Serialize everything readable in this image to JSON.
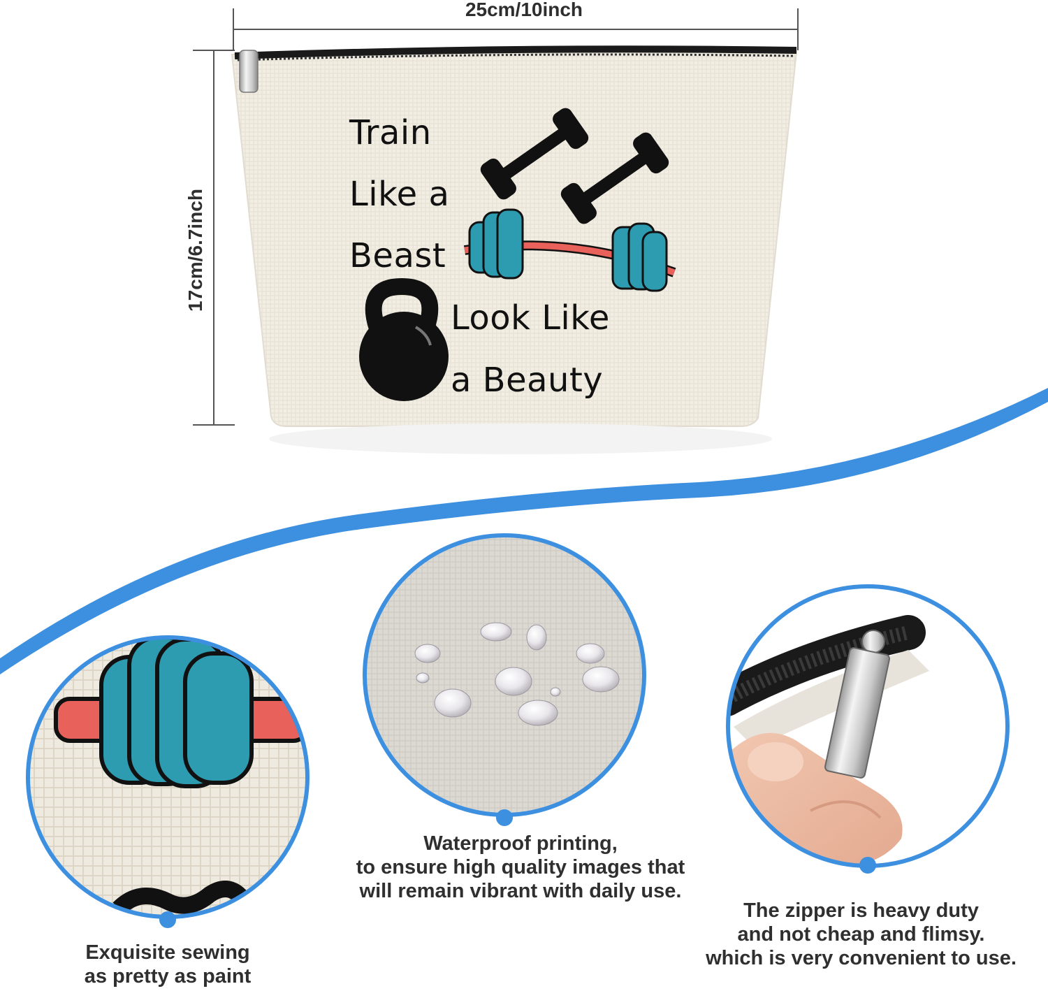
{
  "dimensions": {
    "width": "25cm/10inch",
    "height": "17cm/6.7inch"
  },
  "bag_print": {
    "lines": [
      "Train",
      "Like a",
      "Beast",
      "Look Like",
      "a Beauty"
    ]
  },
  "features": [
    {
      "caption_lines": [
        "Exquisite sewing",
        "as pretty as paint"
      ]
    },
    {
      "caption_lines": [
        "Waterproof printing,",
        "to ensure high quality images that",
        "will remain vibrant with daily use."
      ]
    },
    {
      "caption_lines": [
        "The zipper is heavy duty",
        "and not cheap and flimsy.",
        "which is very convenient to use."
      ]
    }
  ],
  "colors": {
    "accent_blue": "#3d8fe0",
    "canvas": "#f3efe4",
    "barbell_teal": "#2d9bb0",
    "barbell_bar": "#e8615b"
  }
}
